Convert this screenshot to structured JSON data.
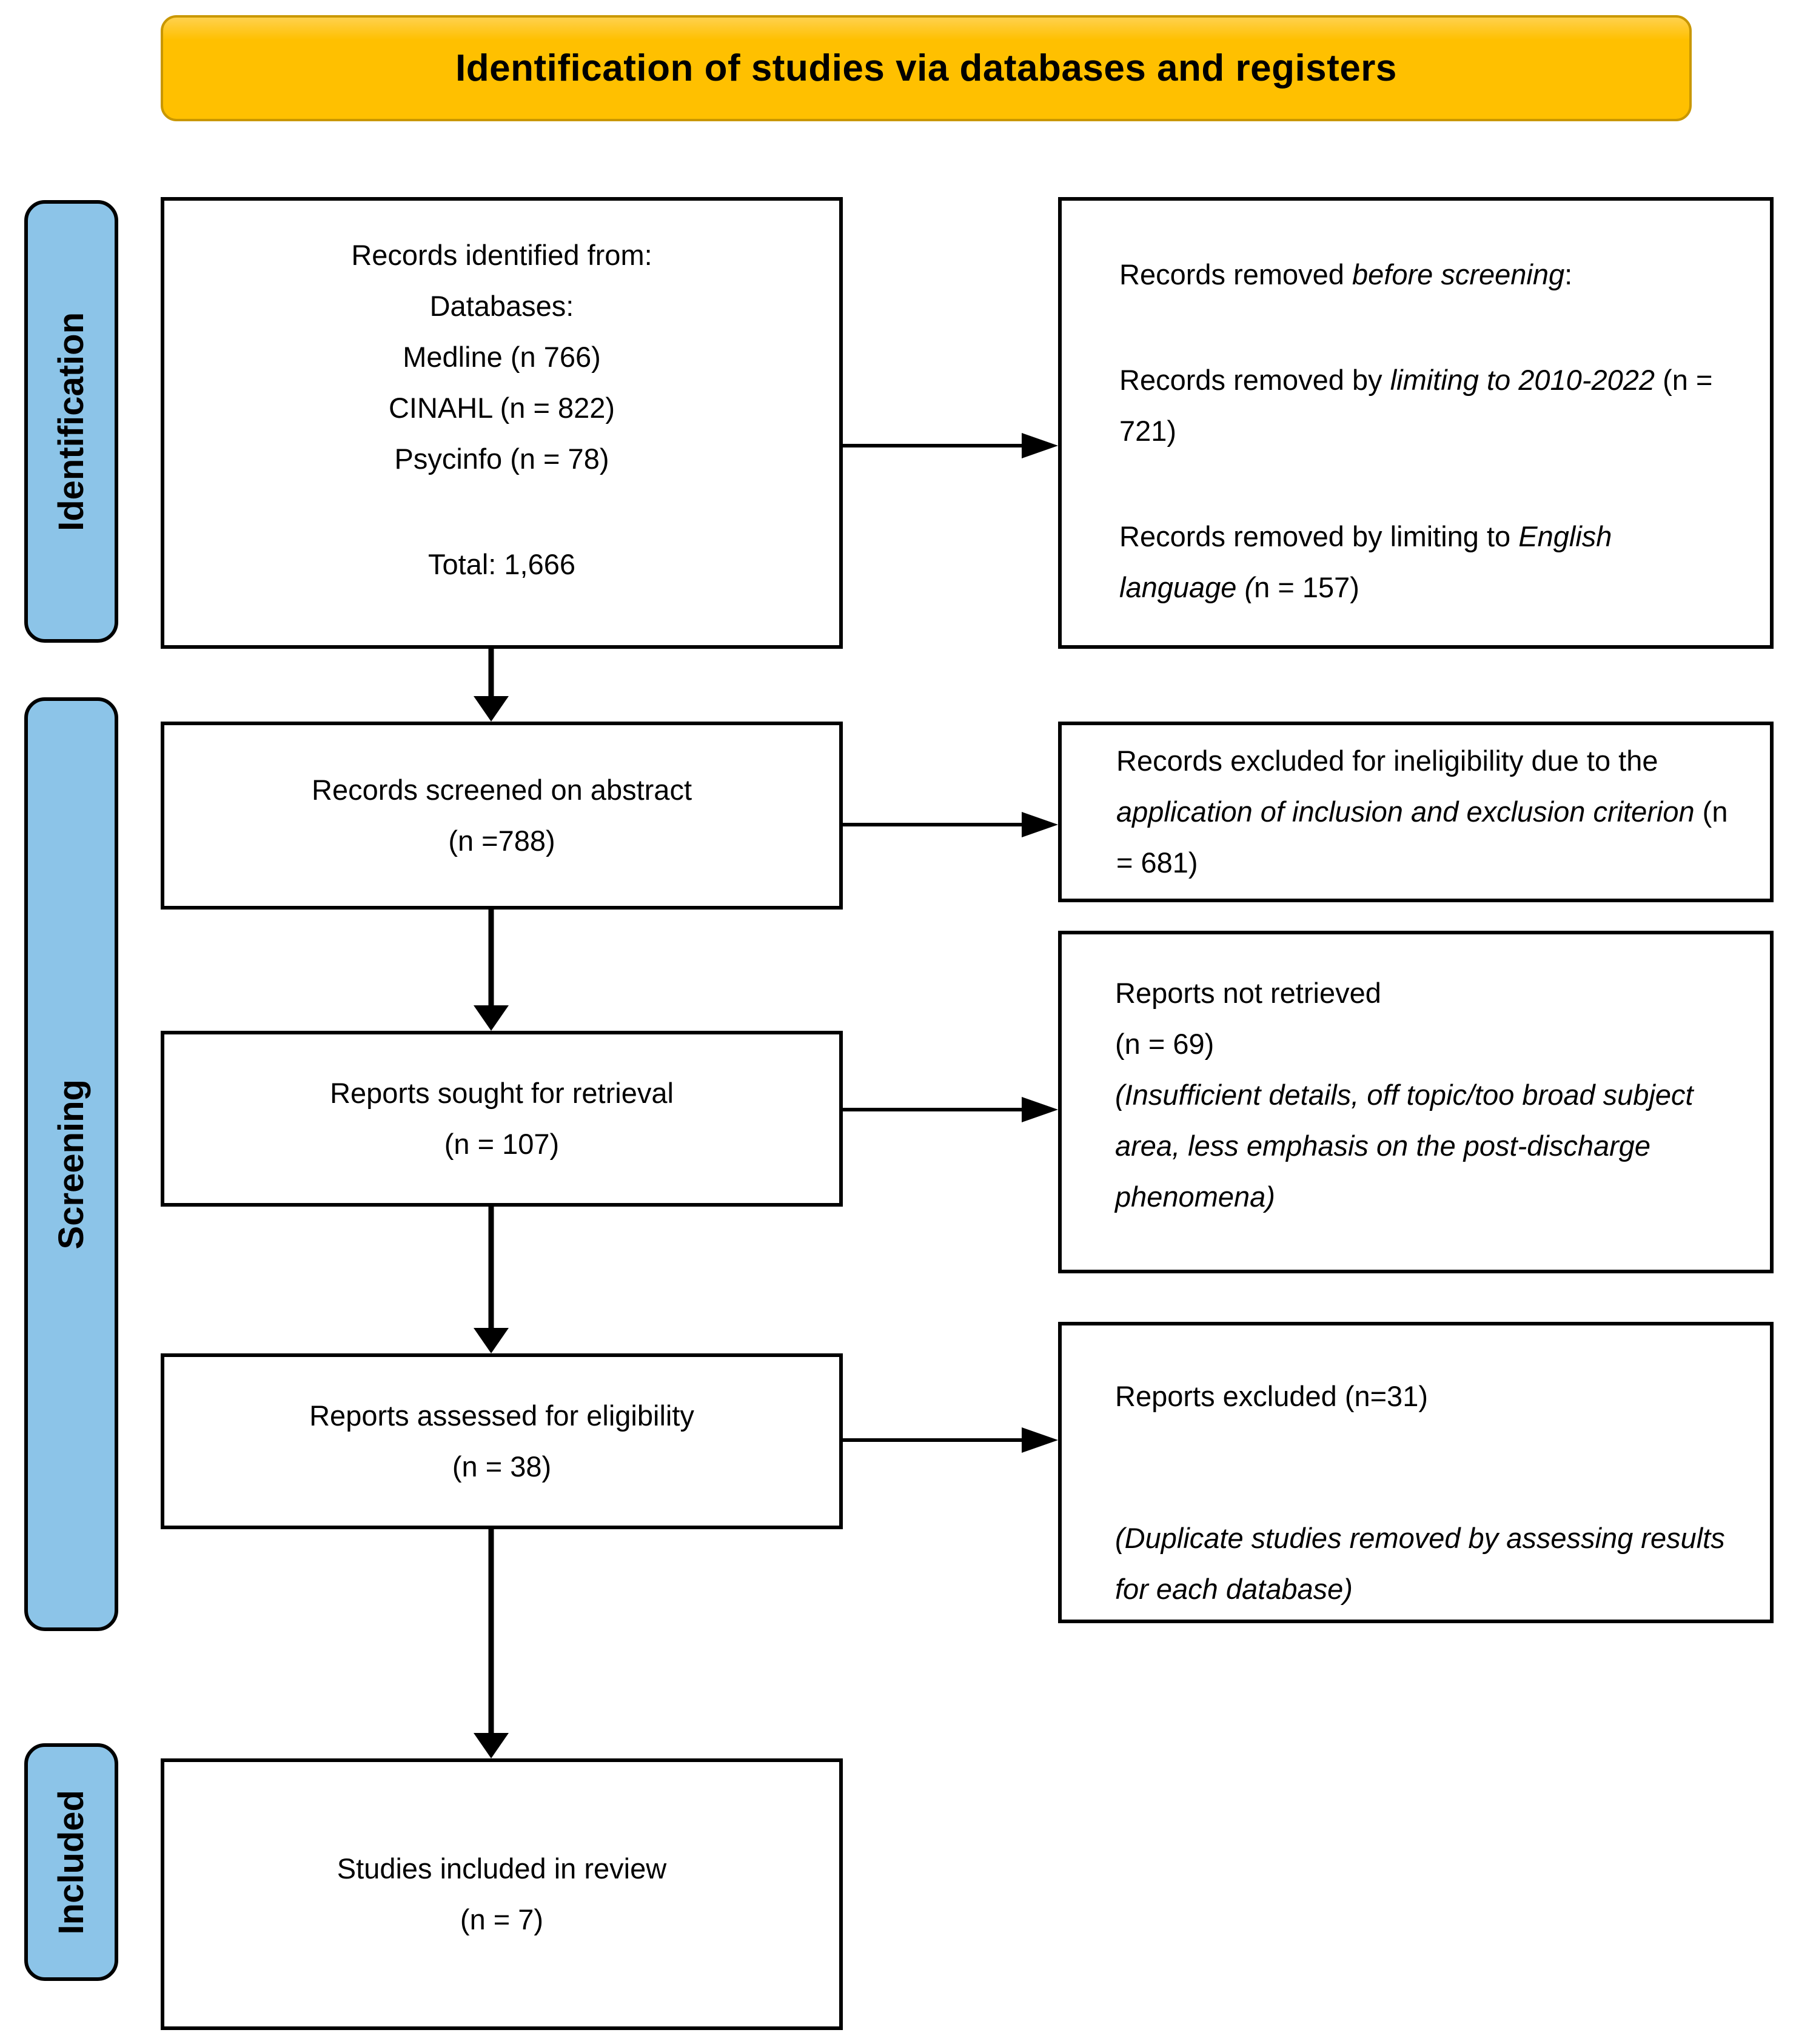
{
  "title": "Identification of studies via databases and registers",
  "sidebar": {
    "identification": "Identification",
    "screening": "Screening",
    "included": "Included"
  },
  "boxes": {
    "identified": {
      "l1": "Records identified from:",
      "l2": "Databases:",
      "l3": "Medline (n 766)",
      "l4": "CINAHL (n = 822)",
      "l5": "Psycinfo (n = 78)",
      "l6": "Total: 1,666"
    },
    "removed_before": {
      "p1a": "Records removed ",
      "p1b": "before screening",
      "p1c": ":",
      "p2a": "Records removed by ",
      "p2b": "limiting to 2010-2022",
      "p2c": " (n = 721)",
      "p3a": "Records removed by limiting to ",
      "p3b": "English language (",
      "p3c": "n = 157)"
    },
    "screened": {
      "l1": "Records screened on abstract",
      "l2": "(n =788)"
    },
    "excluded_ineligibility": {
      "p1a": "Records excluded for ineligibility due to the ",
      "p1b": "application of inclusion and exclusion criterion",
      "p1c": " (n = 681)"
    },
    "sought": {
      "l1": "Reports sought for retrieval",
      "l2": "(n = 107)"
    },
    "not_retrieved": {
      "l1": "Reports not retrieved",
      "l2": "(n = 69)",
      "l3": "(Insufficient details, off topic/too broad subject area, less emphasis on the post-discharge phenomena)"
    },
    "assessed": {
      "l1": "Reports assessed for eligibility",
      "l2": "(n = 38)"
    },
    "reports_excluded": {
      "l1": "Reports excluded (n=31)",
      "l2": "(Duplicate studies removed by assessing results for each database)"
    },
    "included_review": {
      "l1": "Studies included in review",
      "l2": "(n = 7)"
    }
  },
  "colors": {
    "banner_fill": "#FFC000",
    "banner_border": "#C99700",
    "stage_fill": "#8CC4E8",
    "box_border": "#000000",
    "background": "#FFFFFF"
  }
}
